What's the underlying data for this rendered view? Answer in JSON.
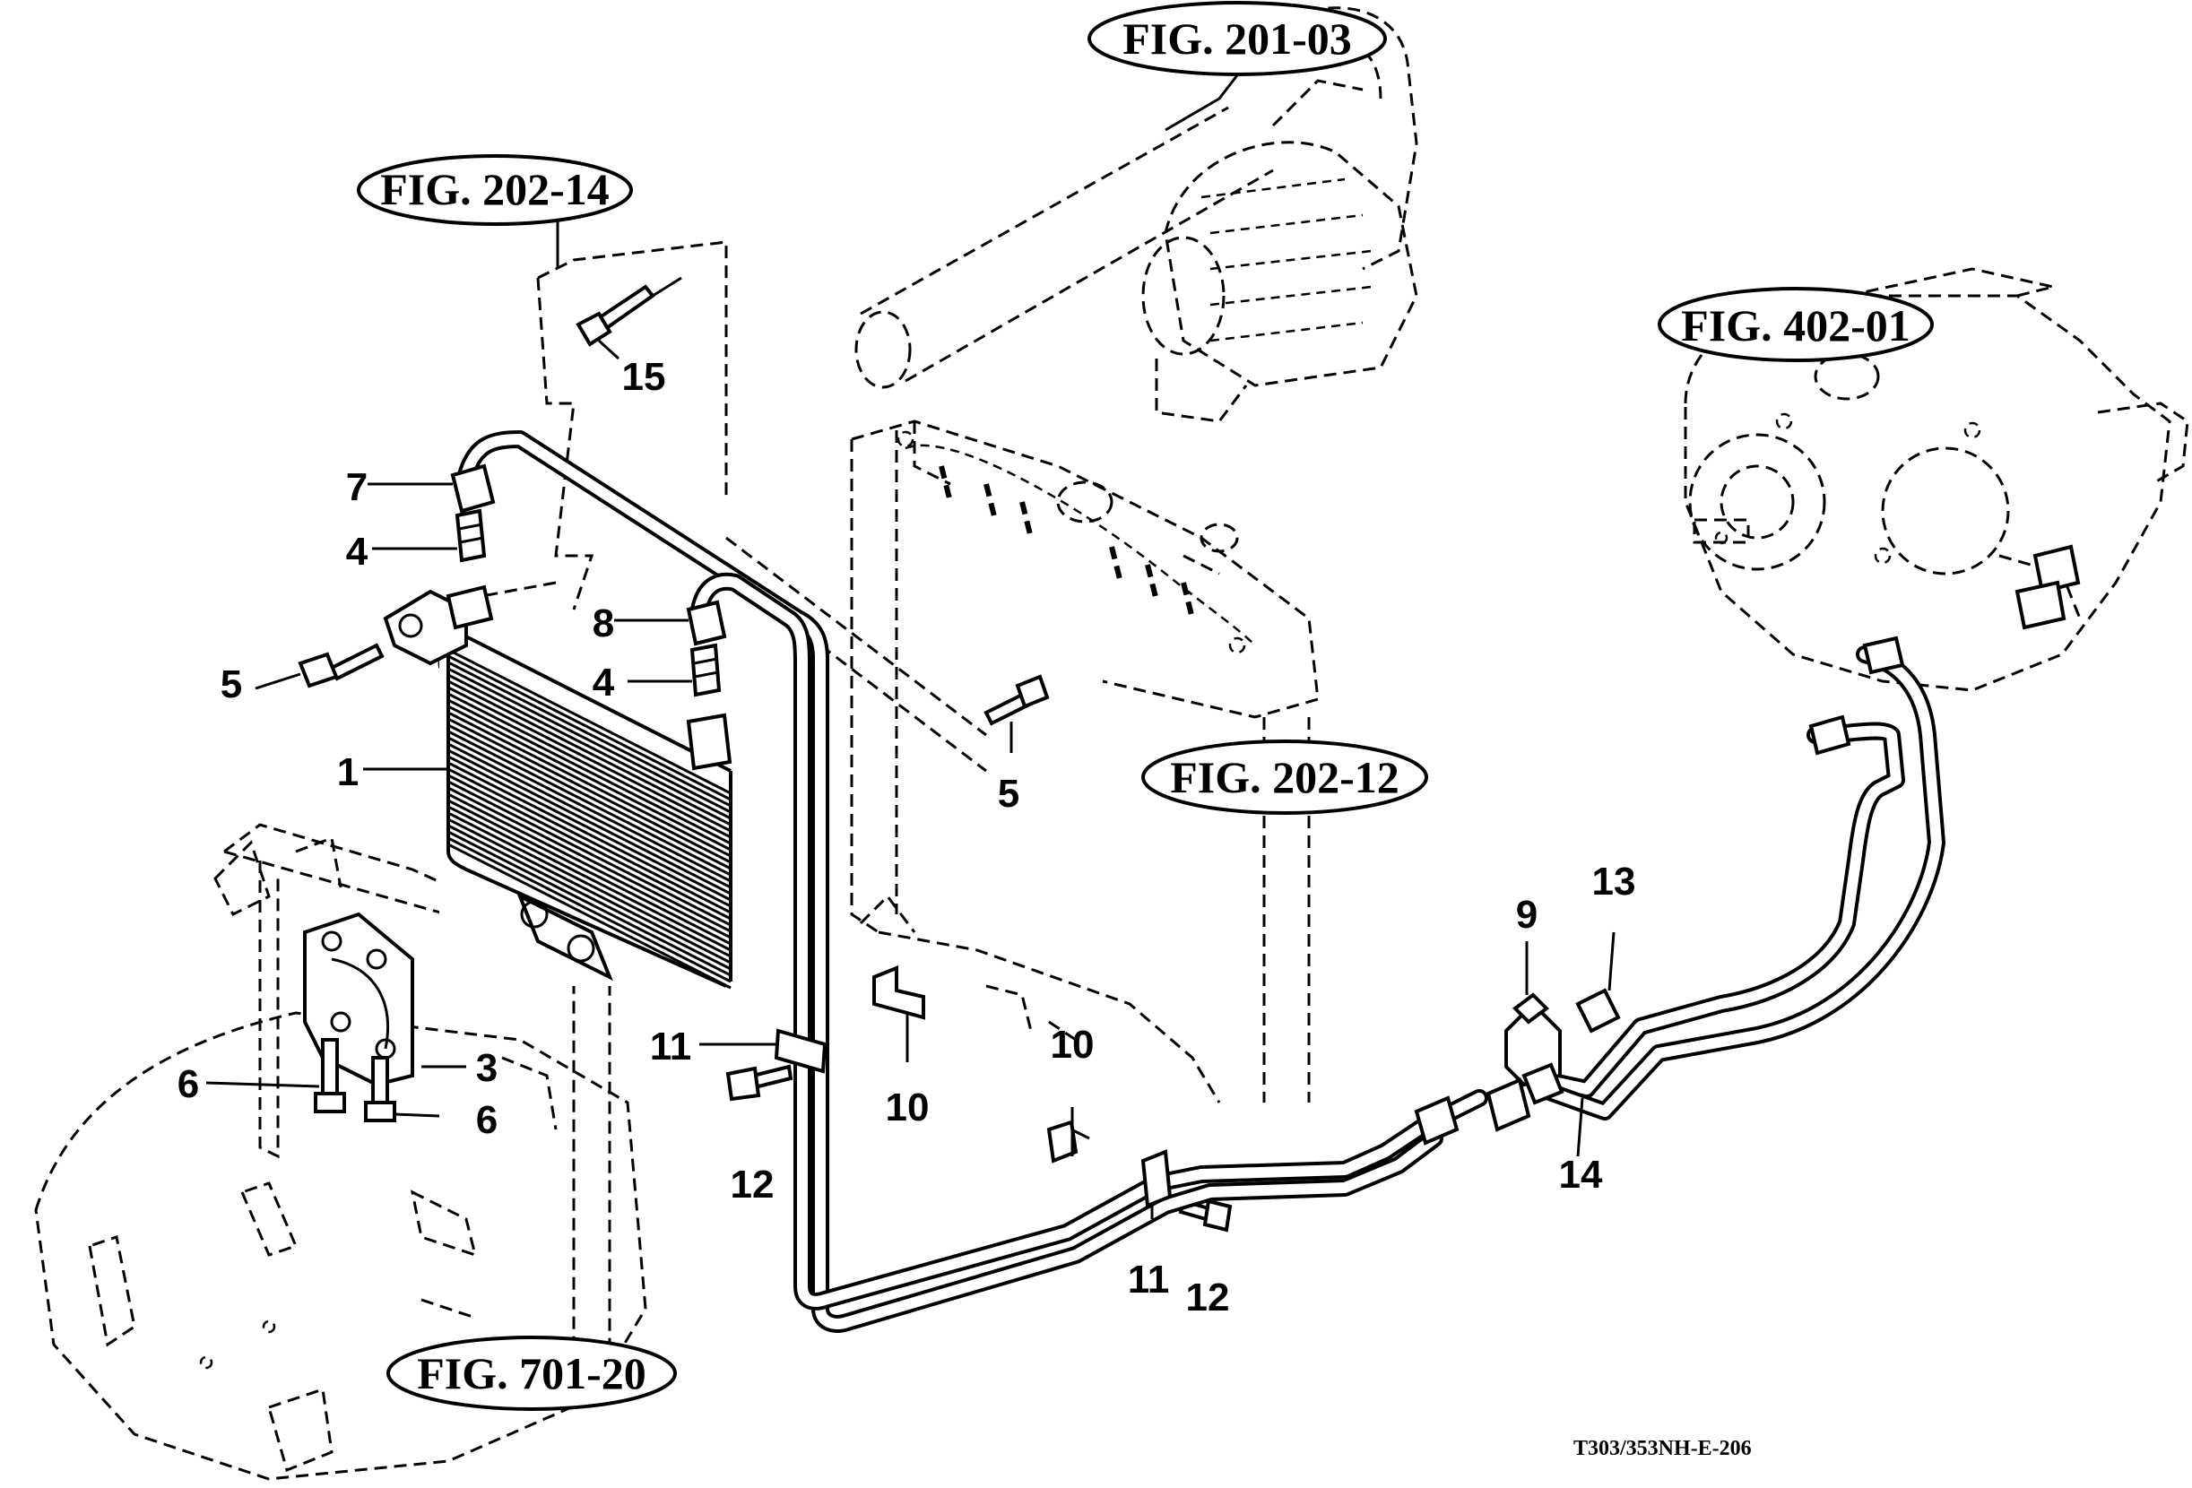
{
  "figure_refs": [
    {
      "id": "fig-201-03",
      "label": "FIG. 201-03"
    },
    {
      "id": "fig-202-14",
      "label": "FIG. 202-14"
    },
    {
      "id": "fig-402-01",
      "label": "FIG. 402-01"
    },
    {
      "id": "fig-202-12",
      "label": "FIG. 202-12"
    },
    {
      "id": "fig-701-20",
      "label": "FIG. 701-20"
    }
  ],
  "callouts": [
    {
      "id": "c15",
      "label": "15"
    },
    {
      "id": "c7",
      "label": "7"
    },
    {
      "id": "c4a",
      "label": "4"
    },
    {
      "id": "c8",
      "label": "8"
    },
    {
      "id": "c5a",
      "label": "5"
    },
    {
      "id": "c4b",
      "label": "4"
    },
    {
      "id": "c1",
      "label": "1"
    },
    {
      "id": "c5b",
      "label": "5"
    },
    {
      "id": "c3",
      "label": "3"
    },
    {
      "id": "c6a",
      "label": "6"
    },
    {
      "id": "c6b",
      "label": "6"
    },
    {
      "id": "c11a",
      "label": "11"
    },
    {
      "id": "c10a",
      "label": "10"
    },
    {
      "id": "c12a",
      "label": "12"
    },
    {
      "id": "c10b",
      "label": "10"
    },
    {
      "id": "c11b",
      "label": "11"
    },
    {
      "id": "c12b",
      "label": "12"
    },
    {
      "id": "c9",
      "label": "9"
    },
    {
      "id": "c13",
      "label": "13"
    },
    {
      "id": "c14",
      "label": "14"
    }
  ],
  "drawing_number": "T303/353NH-E-206"
}
